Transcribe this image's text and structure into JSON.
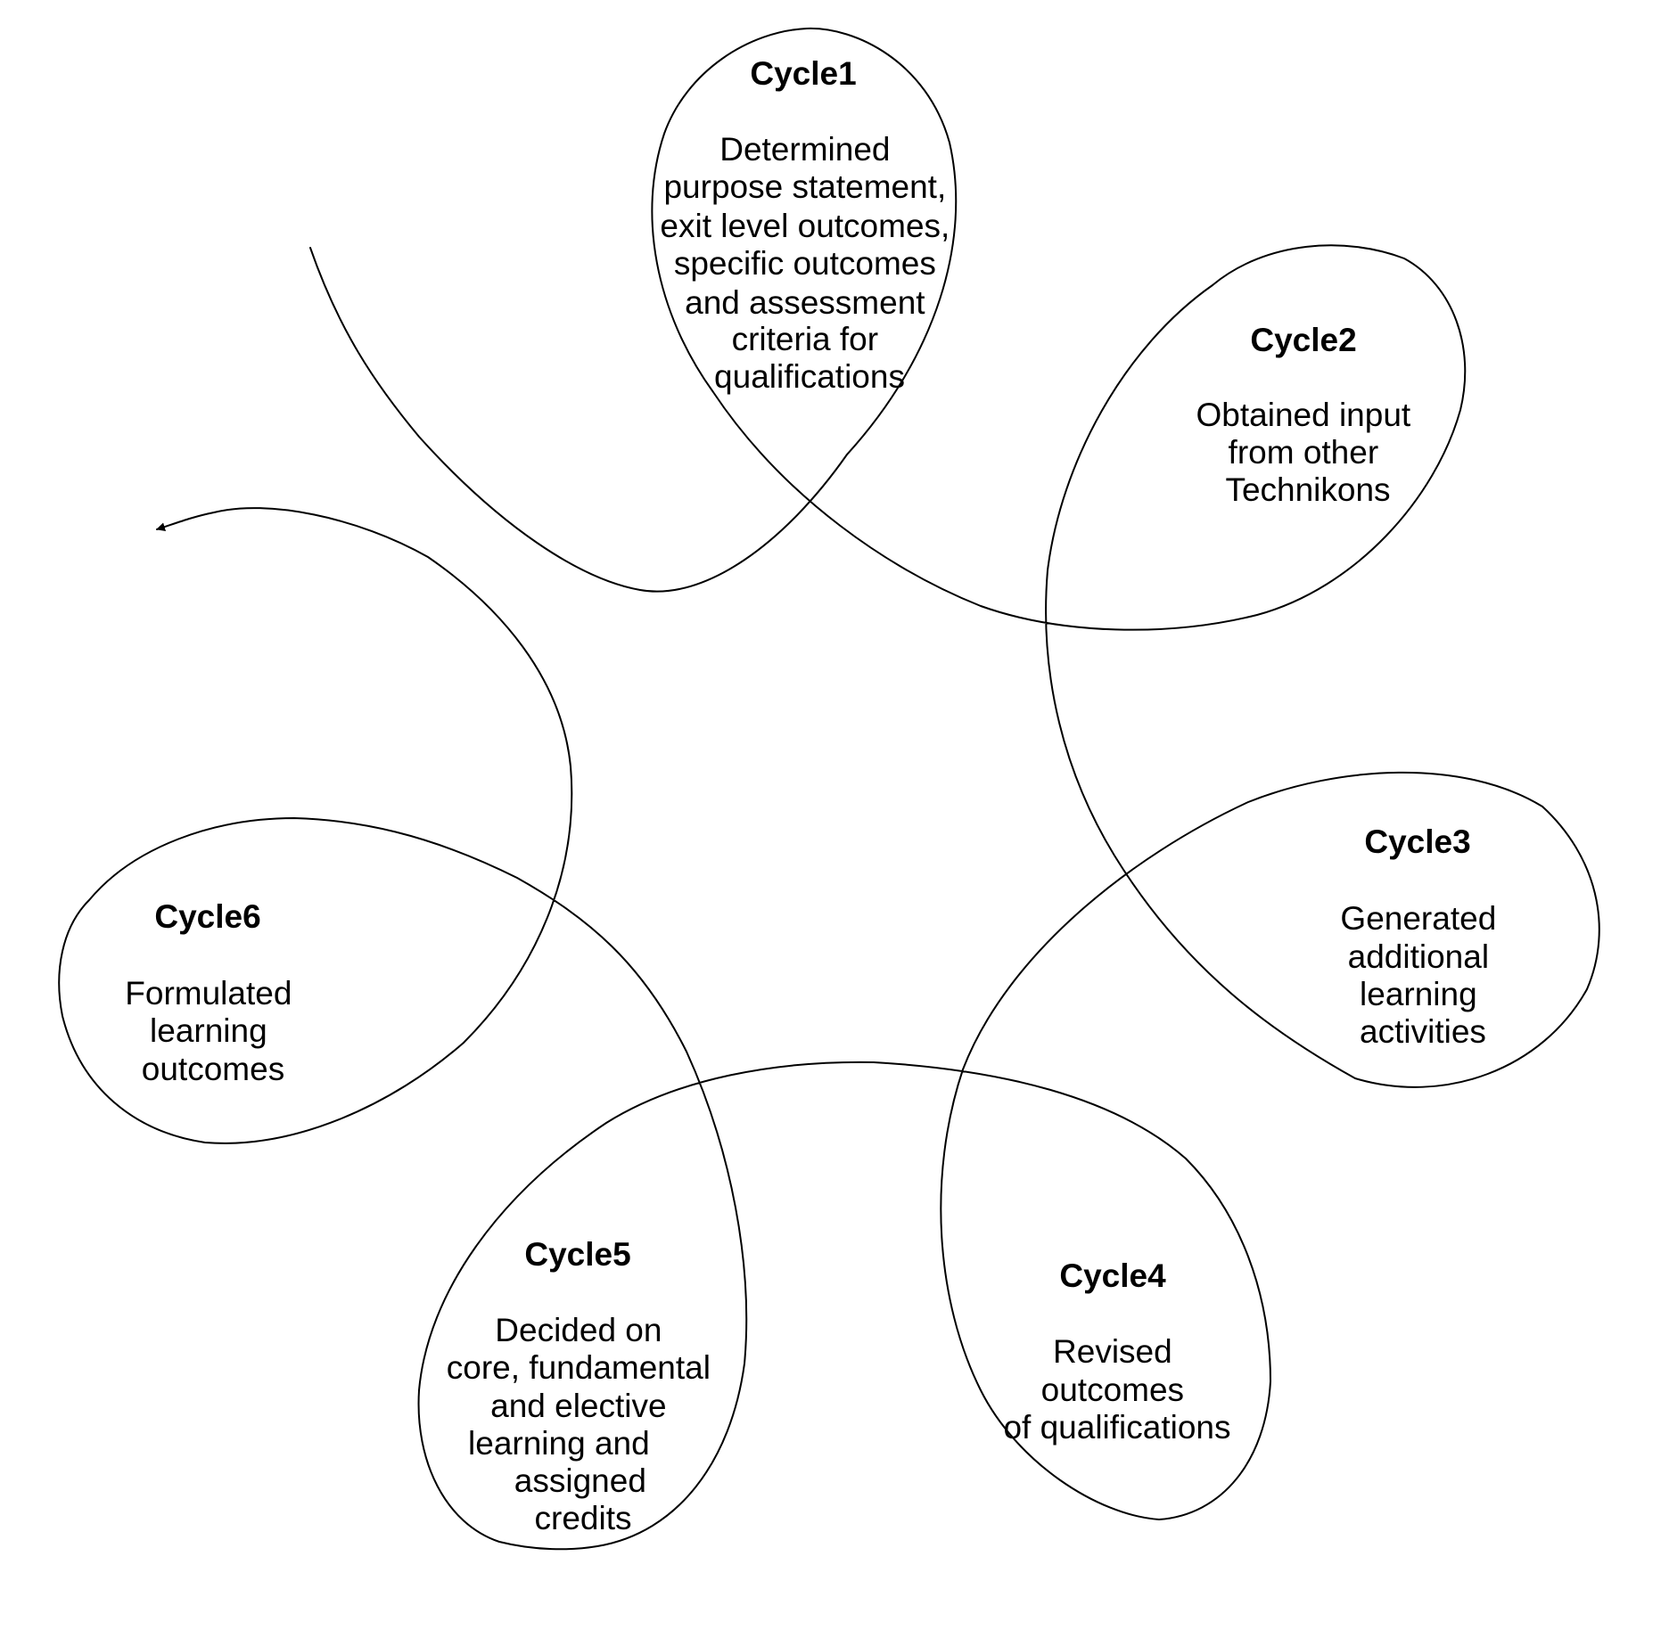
{
  "diagram": {
    "type": "spiral-cycle-flow",
    "direction_arrow": "arrowhead",
    "cycles": [
      {
        "title": "Cycle1",
        "lines": [
          "Determined",
          "purpose statement,",
          "exit level outcomes,",
          "specific outcomes",
          "and assessment",
          "criteria for",
          "qualifications"
        ]
      },
      {
        "title": "Cycle2",
        "lines": [
          "Obtained input",
          "from other",
          "Technikons"
        ]
      },
      {
        "title": "Cycle3",
        "lines": [
          "Generated",
          "additional",
          "learning",
          "activities"
        ]
      },
      {
        "title": "Cycle4",
        "lines": [
          "Revised",
          "outcomes",
          "of qualifications"
        ]
      },
      {
        "title": "Cycle5",
        "lines": [
          "Decided on",
          "core, fundamental",
          "and elective",
          "learning and",
          "assigned",
          "credits"
        ]
      },
      {
        "title": "Cycle6",
        "lines": [
          "Formulated",
          "learning",
          "outcomes"
        ]
      }
    ]
  }
}
